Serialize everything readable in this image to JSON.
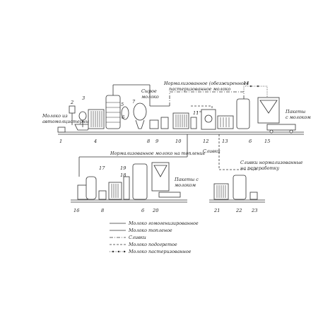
{
  "labels": {
    "milk_from_tanker": [
      "Молоко из",
      "автомолцистерны"
    ],
    "raw_milk": [
      "Сырое",
      "молоко"
    ],
    "normalized_skim_past": [
      "Нормализованное (обезжиренное)",
      "пастеризованное молоко"
    ],
    "packets_top": [
      "Пакеты",
      "с молоком"
    ],
    "normalized_to_baking": "Нормализованное молоко на топление",
    "cream": "Сливки",
    "packets_bottom": [
      "Пакеты с",
      "молоком"
    ],
    "cream_to_processing": [
      "Сливки нормализованные",
      "на переработку"
    ]
  },
  "numbers": {
    "n1": "1",
    "n2": "2",
    "n3": "3",
    "n4": "4",
    "n5": "5",
    "n6": "6",
    "n7": "7",
    "n8": "8",
    "n9": "9",
    "n10": "10",
    "n11": "11",
    "n12": "12",
    "n13": "13",
    "n14": "14",
    "n6b": "6",
    "n15": "15",
    "n16": "16",
    "n17": "17",
    "n18": "18",
    "n19": "19",
    "n8b": "8",
    "n6c": "6",
    "n20": "20",
    "n21": "21",
    "n22": "22",
    "n23": "23"
  },
  "legend": [
    "Молоко гомогенизированное",
    "Молоко топленое",
    "Сливки",
    "Молоко подогретое",
    "Молоко пастеризованное"
  ]
}
